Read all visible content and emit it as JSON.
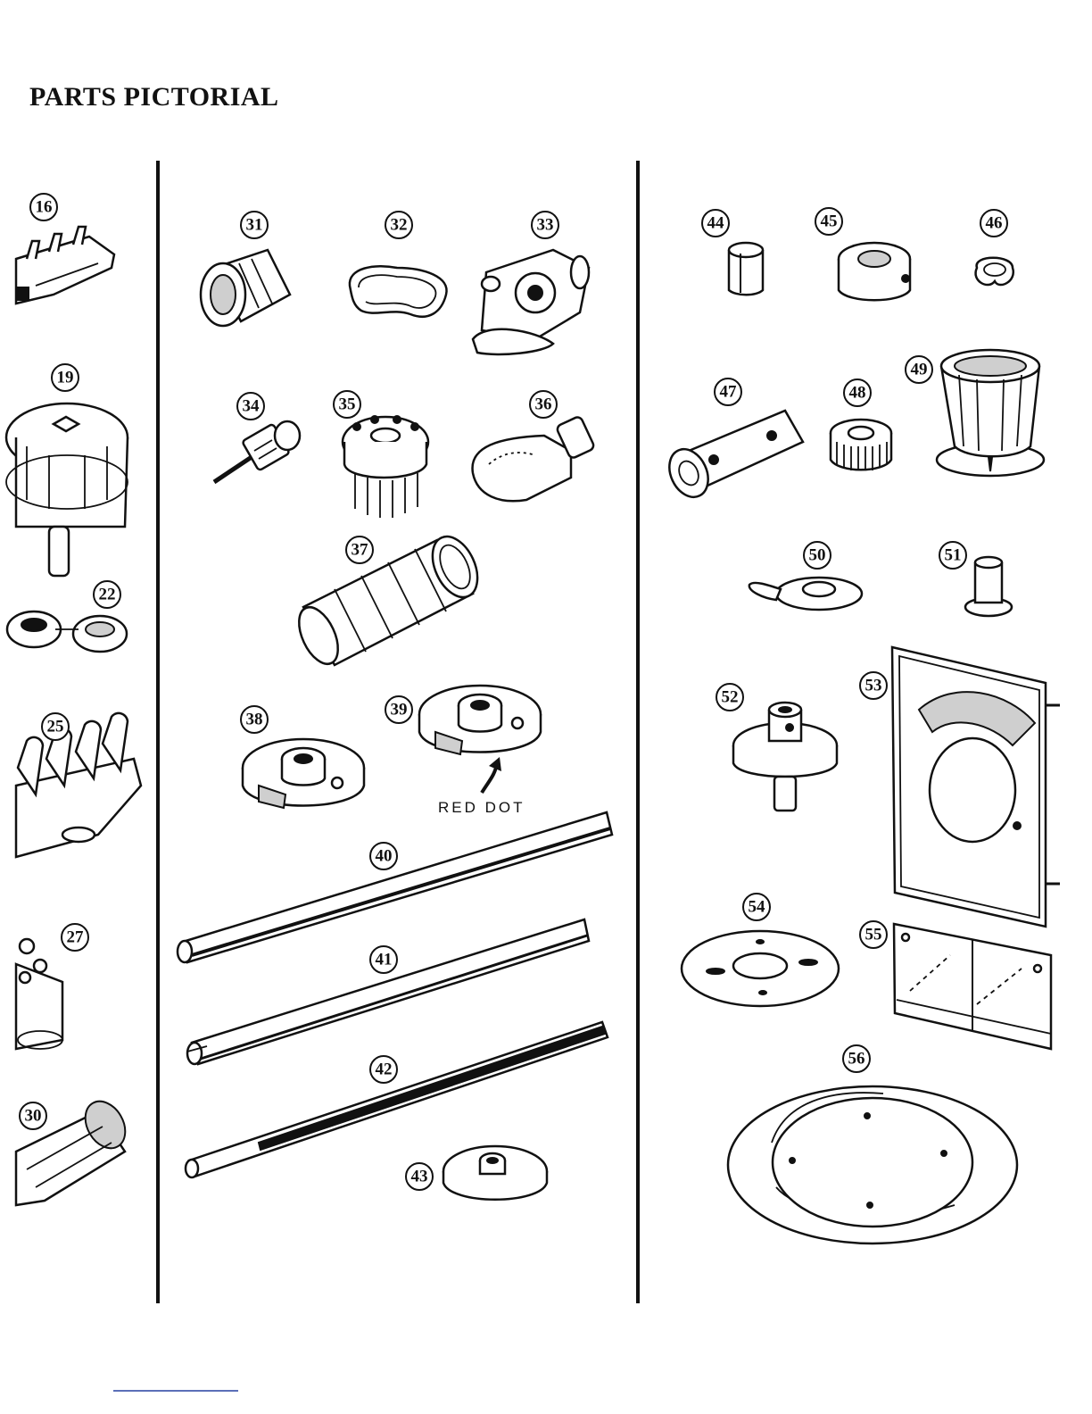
{
  "page": {
    "title": "PARTS PICTORIAL"
  },
  "annotations": {
    "red_dot": "RED DOT"
  },
  "colors": {
    "ink": "#111111",
    "paper": "#ffffff",
    "footer_rule": "#5b6fb8"
  },
  "parts": [
    {
      "number": "16"
    },
    {
      "number": "19"
    },
    {
      "number": "22"
    },
    {
      "number": "25"
    },
    {
      "number": "27"
    },
    {
      "number": "30"
    },
    {
      "number": "31"
    },
    {
      "number": "32"
    },
    {
      "number": "33"
    },
    {
      "number": "34"
    },
    {
      "number": "35"
    },
    {
      "number": "36"
    },
    {
      "number": "37"
    },
    {
      "number": "38"
    },
    {
      "number": "39"
    },
    {
      "number": "40"
    },
    {
      "number": "41"
    },
    {
      "number": "42"
    },
    {
      "number": "43"
    },
    {
      "number": "44"
    },
    {
      "number": "45"
    },
    {
      "number": "46"
    },
    {
      "number": "47"
    },
    {
      "number": "48"
    },
    {
      "number": "49"
    },
    {
      "number": "50"
    },
    {
      "number": "51"
    },
    {
      "number": "52"
    },
    {
      "number": "53"
    },
    {
      "number": "54"
    },
    {
      "number": "55"
    },
    {
      "number": "56"
    }
  ]
}
